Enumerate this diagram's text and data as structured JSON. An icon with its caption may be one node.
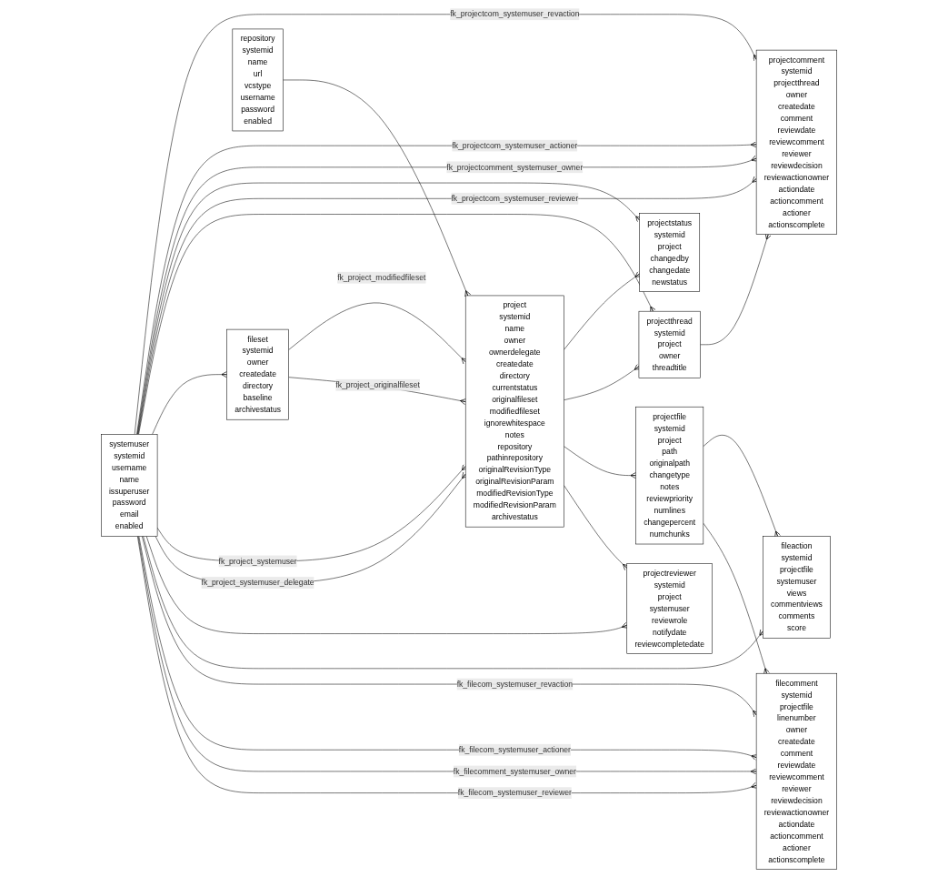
{
  "diagram": {
    "nodes": [
      {
        "text": [
          "systemuser",
          "systemid",
          "username",
          "name",
          "issuperuser",
          "password",
          "email",
          "enabled"
        ]
      },
      {
        "text": [
          "fileset",
          "systemid",
          "owner",
          "createdate",
          "directory",
          "baseline",
          "archivestatus"
        ]
      },
      {
        "text": [
          "repository",
          "systemid",
          "name",
          "url",
          "vcstype",
          "username",
          "password",
          "enabled"
        ]
      },
      {
        "text": [
          "project",
          "systemid",
          "name",
          "owner",
          "ownerdelegate",
          "createdate",
          "directory",
          "currentstatus",
          "originalfileset",
          "modifiedfileset",
          "ignorewhitespace",
          "notes",
          "repository",
          "pathinrepository",
          "originalRevisionType",
          "originalRevisionParam",
          "modifiedRevisionType",
          "modifiedRevisionParam",
          "archivestatus"
        ]
      },
      {
        "text": [
          "projectcomment",
          "systemid",
          "projectthread",
          "owner",
          "createdate",
          "comment",
          "reviewdate",
          "reviewcomment",
          "reviewer",
          "reviewdecision",
          "reviewactionowner",
          "actiondate",
          "actioncomment",
          "actioner",
          "actionscomplete"
        ]
      },
      {
        "text": [
          "projectstatus",
          "systemid",
          "project",
          "changedby",
          "changedate",
          "newstatus"
        ]
      },
      {
        "text": [
          "projectthread",
          "systemid",
          "project",
          "owner",
          "threadtitle"
        ]
      },
      {
        "text": [
          "projectfile",
          "systemid",
          "project",
          "path",
          "originalpath",
          "changetype",
          "notes",
          "reviewpriority",
          "numlines",
          "changepercent",
          "numchunks"
        ]
      },
      {
        "text": [
          "fileaction",
          "systemid",
          "projectfile",
          "systemuser",
          "views",
          "commentviews",
          "comments",
          "score"
        ]
      },
      {
        "text": [
          "projectreviewer",
          "systemid",
          "project",
          "systemuser",
          "reviewrole",
          "notifydate",
          "reviewcompletedate"
        ]
      },
      {
        "text": [
          "filecomment",
          "systemid",
          "projectfile",
          "linenumber",
          "owner",
          "createdate",
          "comment",
          "reviewdate",
          "reviewcomment",
          "reviewer",
          "reviewdecision",
          "reviewactionowner",
          "actiondate",
          "actioncomment",
          "actioner",
          "actionscomplete"
        ]
      }
    ],
    "edges": [
      {
        "from": 0,
        "to": 4,
        "arrow": "other",
        "label": "fk_projectcom_systemuser_revaction"
      },
      {
        "from": 0,
        "to": 4,
        "arrow": "other",
        "label": "fk_projectcom_systemuser_actioner"
      },
      {
        "from": 0,
        "to": 4,
        "arrow": "other",
        "label": "fk_projectcomment_systemuser_owner"
      },
      {
        "from": 0,
        "to": 5,
        "arrow": "other"
      },
      {
        "from": 0,
        "to": 4,
        "arrow": "other",
        "label": "fk_projectcom_systemuser_reviewer"
      },
      {
        "from": 0,
        "to": 6,
        "arrow": "other"
      },
      {
        "from": 0,
        "to": 1,
        "arrow": "other"
      },
      {
        "from": 1,
        "to": 3,
        "arrow": "other",
        "label": "fk_project_modifiedfileset"
      },
      {
        "from": 1,
        "to": 3,
        "arrow": "other",
        "label": "fk_project_originalfileset"
      },
      {
        "from": 0,
        "to": 3,
        "arrow": "other",
        "label": "fk_project_systemuser"
      },
      {
        "from": 0,
        "to": 3,
        "arrow": "other",
        "label": "fk_project_systemuser_delegate"
      },
      {
        "from": 2,
        "to": 3,
        "arrow": "other"
      },
      {
        "from": 3,
        "to": 5,
        "arrow": "other"
      },
      {
        "from": 3,
        "to": 6,
        "arrow": "other"
      },
      {
        "from": 6,
        "to": 4,
        "arrow": "other"
      },
      {
        "from": 3,
        "to": 7,
        "arrow": "other"
      },
      {
        "from": 7,
        "to": 8,
        "arrow": "other"
      },
      {
        "from": 3,
        "to": 9,
        "arrow": "other"
      },
      {
        "from": 7,
        "to": 10,
        "arrow": "other"
      },
      {
        "from": 0,
        "to": 9,
        "arrow": "other"
      },
      {
        "from": 0,
        "to": 8,
        "arrow": "other"
      },
      {
        "from": 0,
        "to": 10,
        "arrow": "other",
        "label": "fk_filecom_systemuser_revaction"
      },
      {
        "from": 0,
        "to": 10,
        "arrow": "other",
        "label": "fk_filecom_systemuser_actioner"
      },
      {
        "from": 0,
        "to": 10,
        "arrow": "other",
        "label": "fk_filecomment_systemuser_owner"
      },
      {
        "from": 0,
        "to": 10,
        "arrow": "other",
        "label": "fk_filecom_systemuser_reviewer"
      }
    ]
  }
}
